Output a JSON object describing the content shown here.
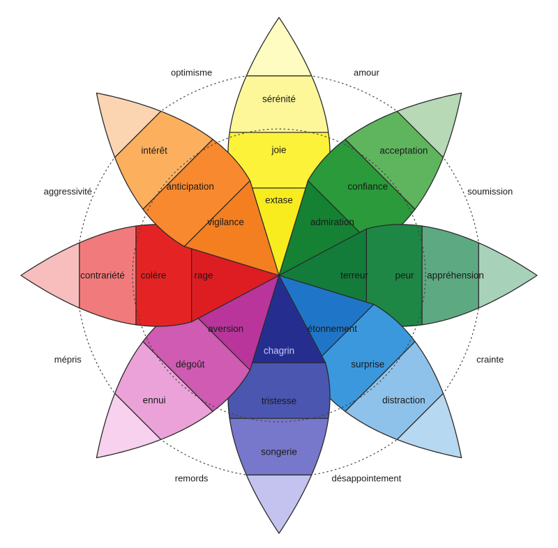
{
  "center": "chagrin",
  "petals": [
    {
      "id": "joy",
      "labels": [
        "sérénité",
        "joie",
        "extase"
      ],
      "colors": [
        "#fefcc0",
        "#fdf79a",
        "#fcf23a",
        "#f9ec1e"
      ]
    },
    {
      "id": "trust",
      "labels": [
        "acceptation",
        "confiance",
        "admiration"
      ],
      "colors": [
        "#b7d9b6",
        "#5fb55e",
        "#2a9a3a",
        "#148232"
      ]
    },
    {
      "id": "fear",
      "labels": [
        "appréhension",
        "peur",
        "terreur"
      ],
      "colors": [
        "#a8d1ba",
        "#5daa82",
        "#1e8746",
        "#137c3b"
      ]
    },
    {
      "id": "surprise",
      "labels": [
        "distraction",
        "surprise",
        "étonnement"
      ],
      "colors": [
        "#b6d8f0",
        "#8ec2ea",
        "#3c98dc",
        "#1f76c8"
      ]
    },
    {
      "id": "sadness",
      "labels": [
        "songerie",
        "tristesse",
        "chagrin"
      ],
      "colors": [
        "#c4c2ee",
        "#7777cb",
        "#4a56b0",
        "#252e8f"
      ]
    },
    {
      "id": "disgust",
      "labels": [
        "ennui",
        "dégoût",
        "aversion"
      ],
      "colors": [
        "#f7d1ed",
        "#eba2d9",
        "#cf5bb3",
        "#b9359c"
      ]
    },
    {
      "id": "anger",
      "labels": [
        "contrariété",
        "colère",
        "rage"
      ],
      "colors": [
        "#f8bdbd",
        "#f17b7c",
        "#e42424",
        "#dd1d22"
      ]
    },
    {
      "id": "anticipation",
      "labels": [
        "intérêt",
        "anticipation",
        "vigilance"
      ],
      "colors": [
        "#fbd5b2",
        "#fcb05e",
        "#f9892e",
        "#f47f21"
      ]
    }
  ],
  "dyads": [
    "amour",
    "soumission",
    "crainte",
    "désappointement",
    "remords",
    "mépris",
    "aggressivité",
    "optimisme"
  ]
}
